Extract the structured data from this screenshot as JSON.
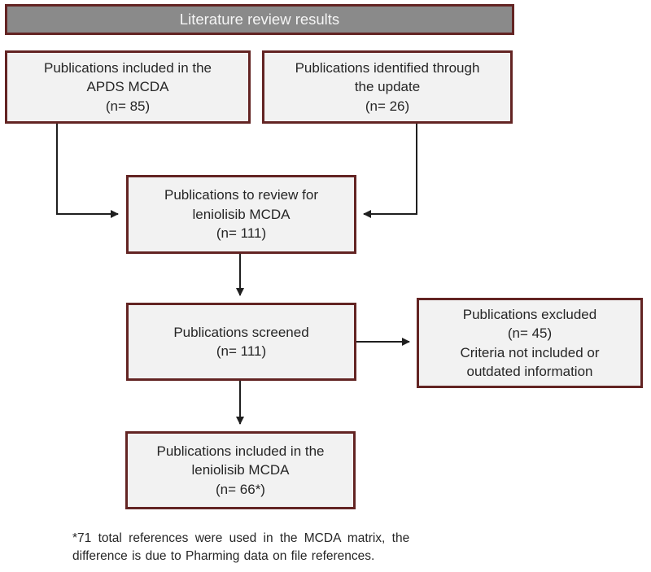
{
  "colors": {
    "border": "#632423",
    "header_fill": "#8a8a8a",
    "header_text": "#f5f5f5",
    "box_fill": "#f2f2f2",
    "box_text": "#262626",
    "arrow": "#1f1f1f",
    "canvas": "#ffffff"
  },
  "header": {
    "label": "Literature review results"
  },
  "boxes": {
    "apds": {
      "text": "Publications included in the\nAPDS MCDA\n(n= 85)"
    },
    "update": {
      "text": "Publications identified through\nthe update\n(n= 26)"
    },
    "review": {
      "text": "Publications to review for\nleniolisib MCDA\n(n= 111)"
    },
    "screened": {
      "text": "Publications screened\n(n= 111)"
    },
    "excluded": {
      "text": "Publications excluded\n(n= 45)\nCriteria not included or\noutdated information"
    },
    "included": {
      "text": "Publications included in the\nleniolisib MCDA\n(n= 66*)"
    }
  },
  "footnote": {
    "line1": "*71 total references were used in the MCDA matrix, the",
    "line2": "difference is due to Pharming data on file references."
  }
}
